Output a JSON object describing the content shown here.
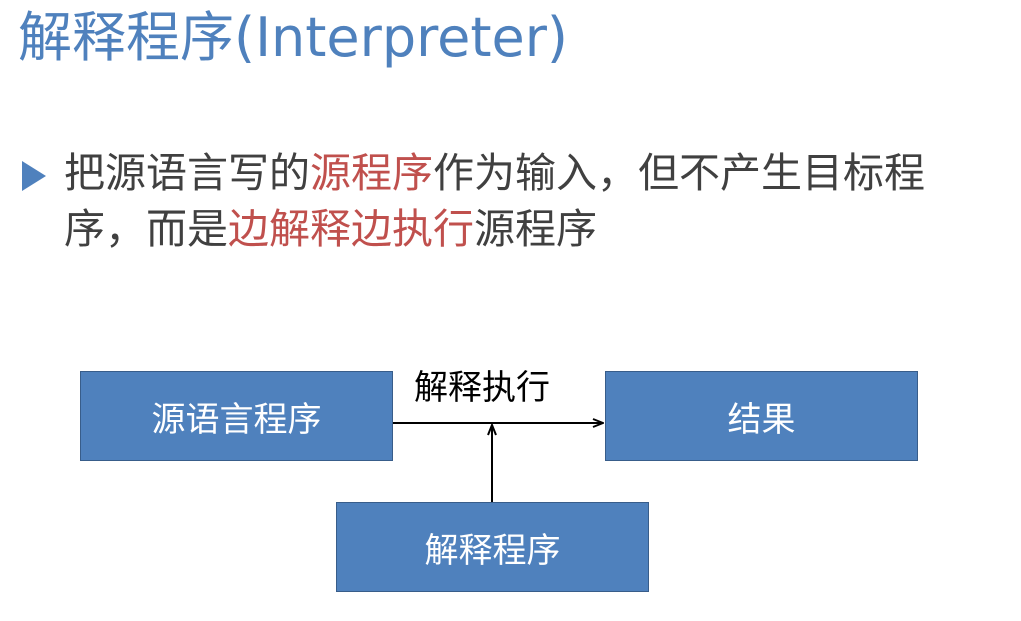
{
  "title": "解释程序(Interpreter)",
  "bullet": {
    "segments": [
      {
        "text": "把源语言写的",
        "highlight": false
      },
      {
        "text": "源程序",
        "highlight": true
      },
      {
        "text": "作为输入，但不产生目标程序，而是",
        "highlight": false
      },
      {
        "text": "边解释边执行",
        "highlight": true
      },
      {
        "text": "源程序",
        "highlight": false
      }
    ]
  },
  "diagram": {
    "source_box": "源语言程序",
    "result_box": "结果",
    "interpreter_box": "解释程序",
    "edge_label": "解释执行"
  },
  "colors": {
    "title": "#4F81BD",
    "body_text": "#404040",
    "highlight": "#C0504D",
    "box_fill": "#4F81BD",
    "box_border": "#385D8A",
    "box_text": "#FFFFFF"
  }
}
